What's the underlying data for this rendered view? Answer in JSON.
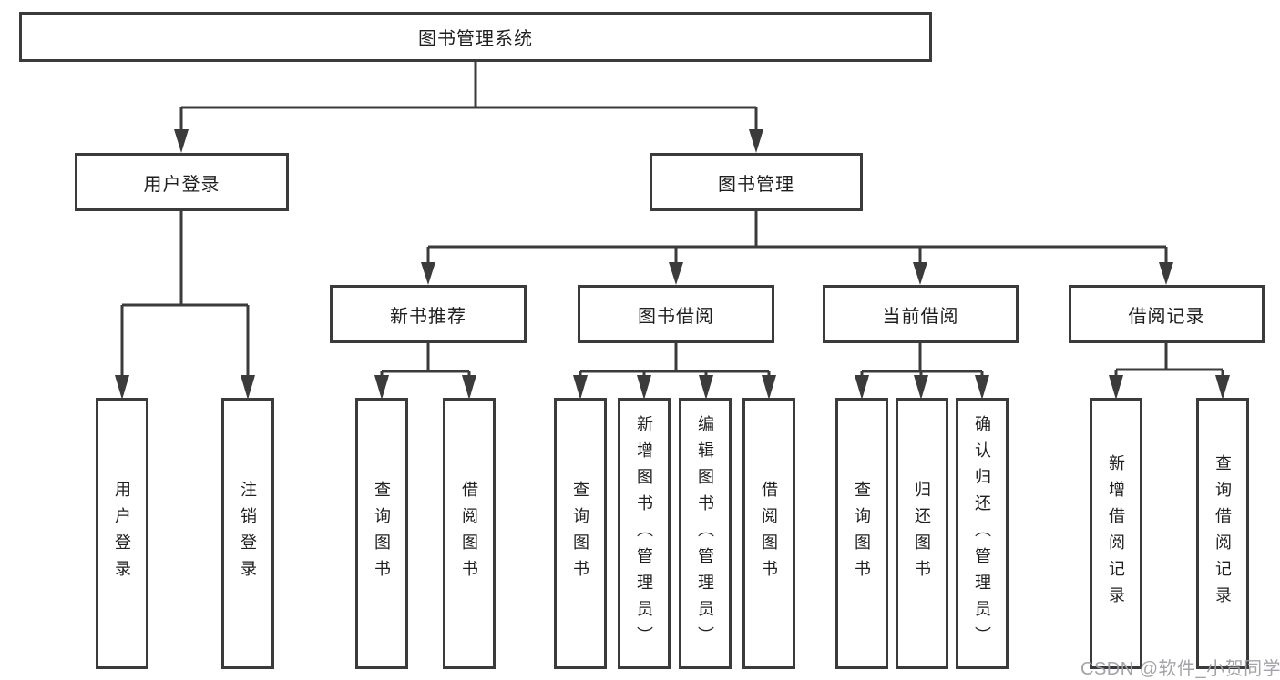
{
  "tree": {
    "label": "图书管理系统",
    "children": [
      {
        "label": "用户登录",
        "children": [
          {
            "label": "用户登录"
          },
          {
            "label": "注销登录"
          }
        ]
      },
      {
        "label": "图书管理",
        "children": [
          {
            "label": "新书推荐",
            "children": [
              {
                "label": "查询图书"
              },
              {
                "label": "借阅图书"
              }
            ]
          },
          {
            "label": "图书借阅",
            "children": [
              {
                "label": "查询图书"
              },
              {
                "label": "新增图书（管理员）"
              },
              {
                "label": "编辑图书（管理员）"
              },
              {
                "label": "借阅图书"
              }
            ]
          },
          {
            "label": "当前借阅",
            "children": [
              {
                "label": "查询图书"
              },
              {
                "label": "归还图书"
              },
              {
                "label": "确认归还（管理员）"
              }
            ]
          },
          {
            "label": "借阅记录",
            "children": [
              {
                "label": "新增借阅记录"
              },
              {
                "label": "查询借阅记录"
              }
            ]
          }
        ]
      }
    ]
  },
  "watermark": "CSDN @软件_小贺同学",
  "colors": {
    "line": "#3b3b3b",
    "box_border": "#3b3b3b",
    "text": "#1f1f1f",
    "watermark": "#9e9ea6",
    "background": "#ffffff"
  }
}
